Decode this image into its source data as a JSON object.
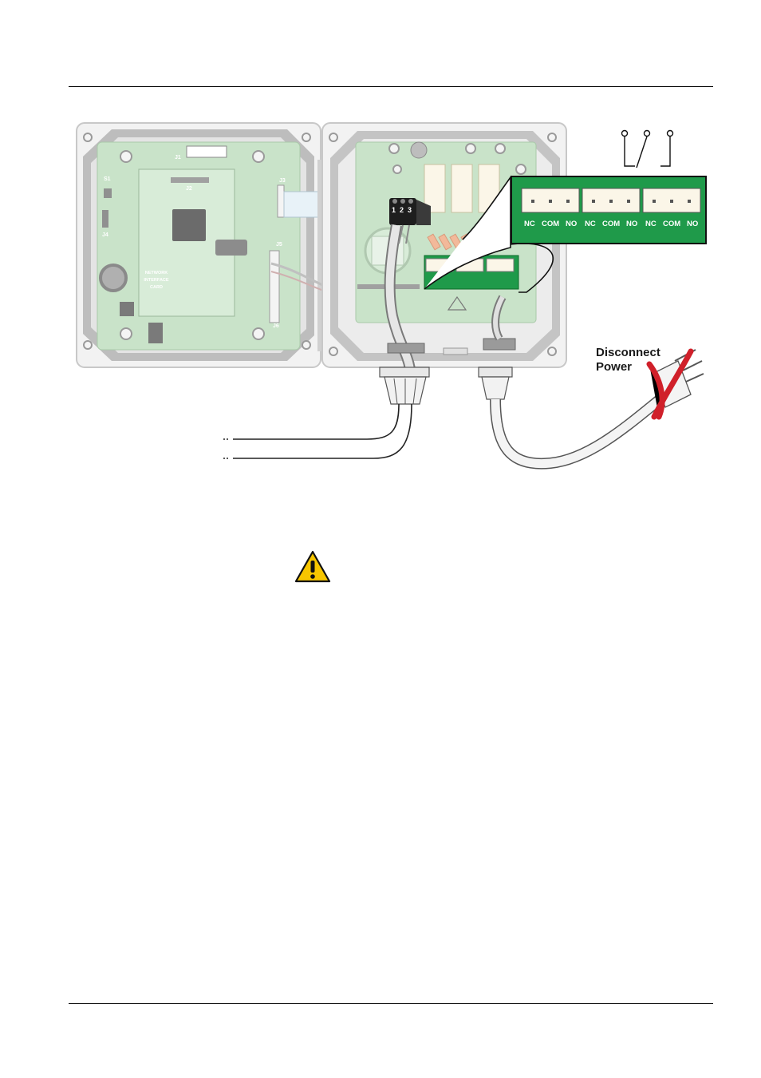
{
  "board_labels": {
    "j1": "J1",
    "j2": "J2",
    "j3": "J3",
    "j4": "J4",
    "j5": "J5",
    "j6": "J6",
    "s1": "S1",
    "nic_line1": "NETWORK",
    "nic_line2": "INTERFACE",
    "nic_line3": "CARD"
  },
  "connector_pins": {
    "p1": "1",
    "p2": "2",
    "p3": "3"
  },
  "relays": [
    {
      "nc": "NC",
      "com": "COM",
      "no": "NO"
    },
    {
      "nc": "NC",
      "com": "COM",
      "no": "NO"
    },
    {
      "nc": "NC",
      "com": "COM",
      "no": "NO"
    }
  ],
  "disconnect": {
    "line1": "Disconnect",
    "line2": "Power"
  },
  "colors": {
    "board": "#c9e3c9",
    "relay_panel": "#1f9a4a",
    "warning": "#f7c600",
    "cross": "#d0202a"
  },
  "icons": {
    "warning": "warning-triangle-icon",
    "disconnect": "red-x-icon"
  }
}
